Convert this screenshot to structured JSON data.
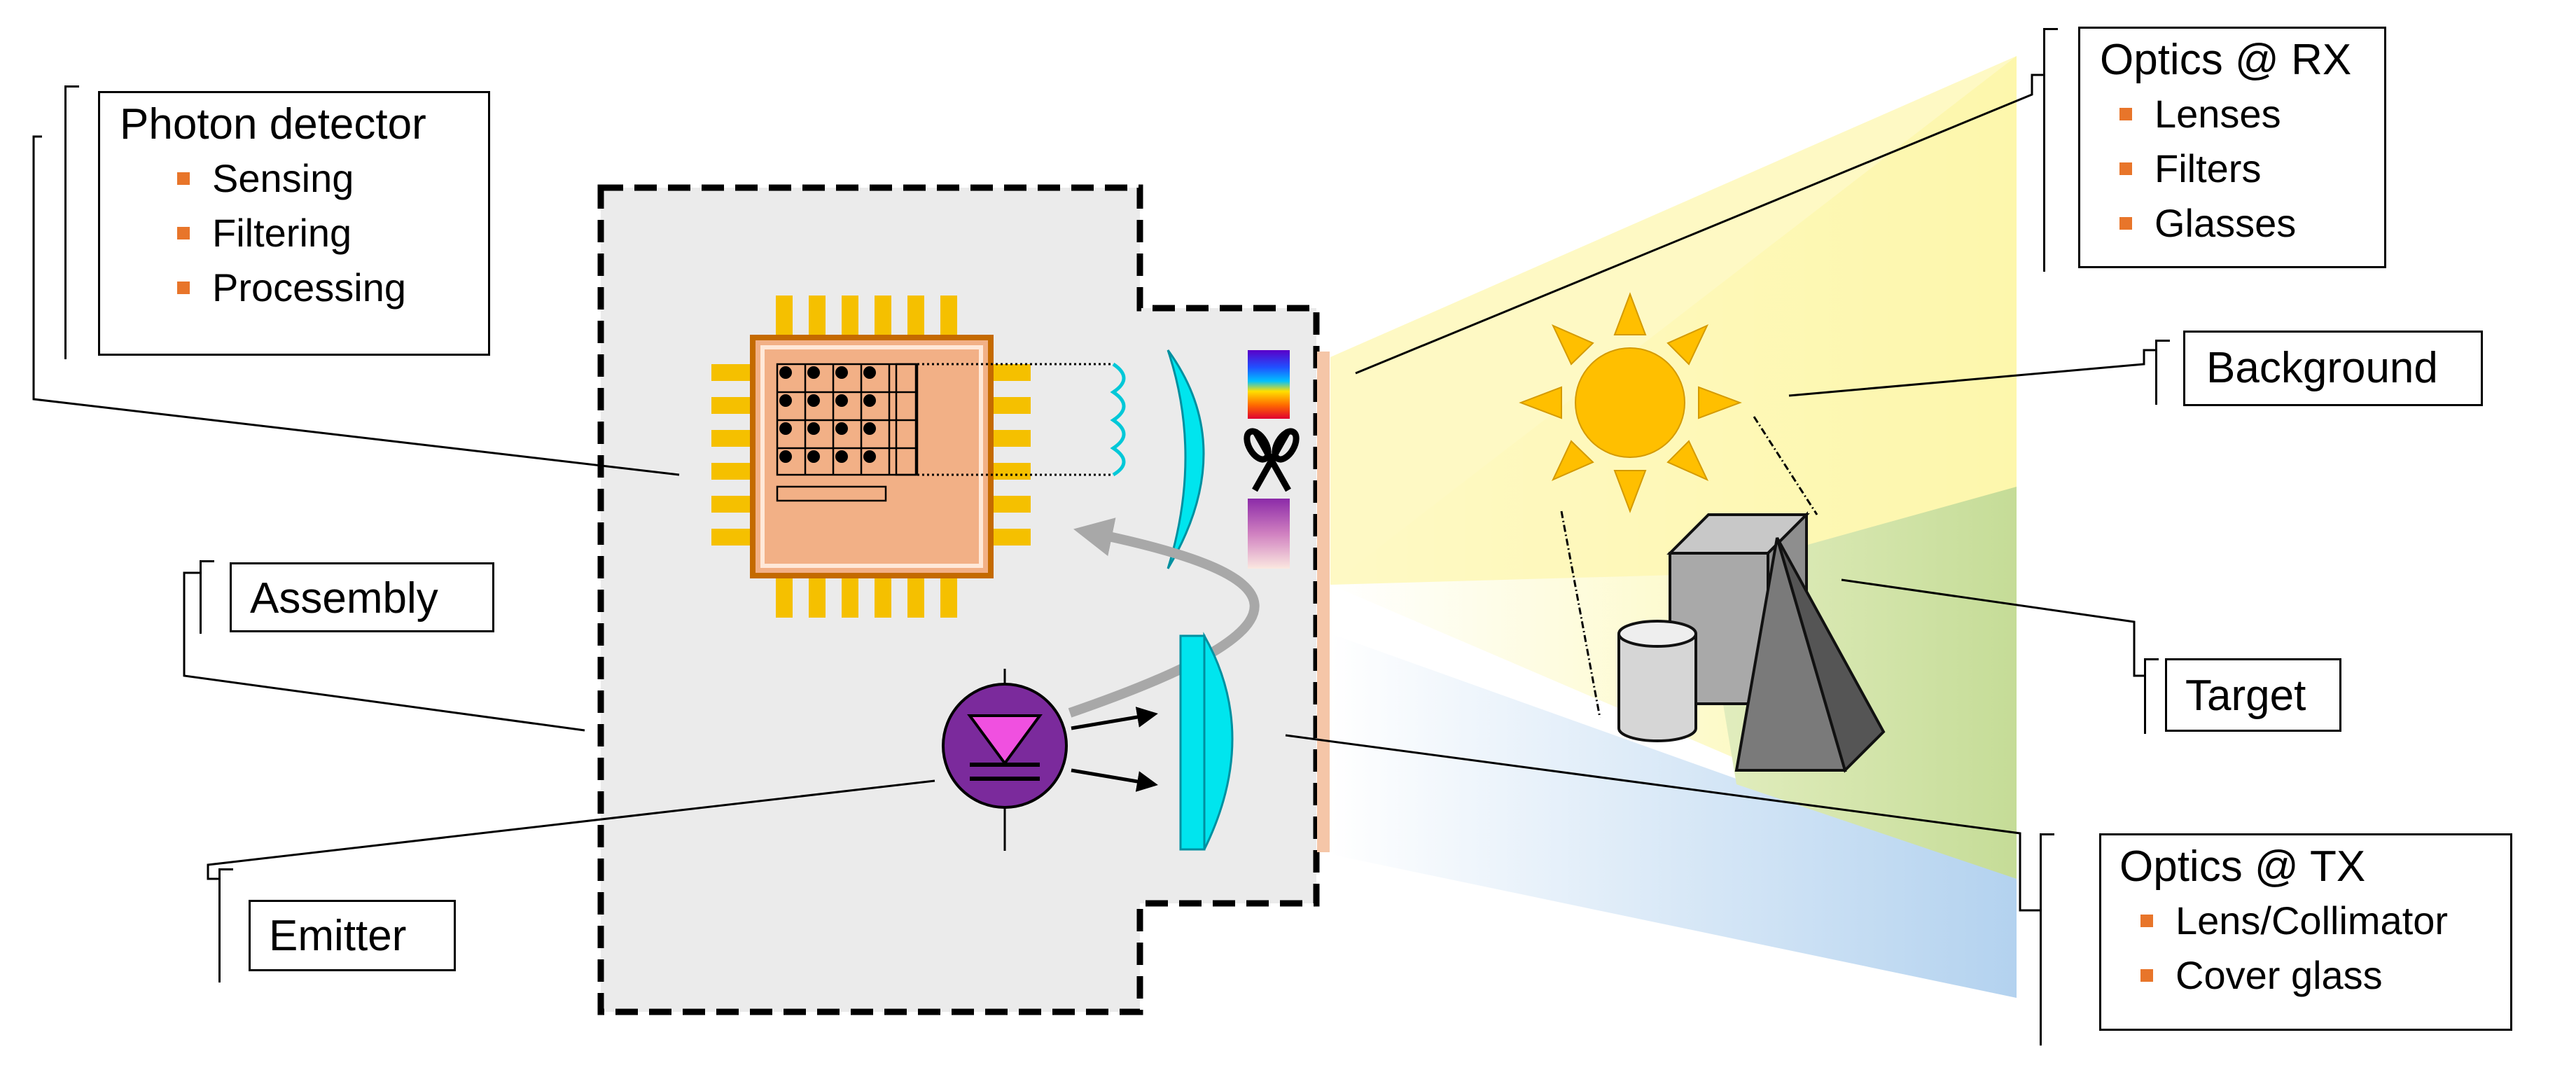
{
  "callouts": {
    "photon_detector": {
      "title": "Photon detector",
      "items": [
        "Sensing",
        "Filtering",
        "Processing"
      ]
    },
    "assembly": {
      "title": "Assembly"
    },
    "emitter": {
      "title": "Emitter"
    },
    "optics_rx": {
      "title": "Optics @ RX",
      "items": [
        "Lenses",
        "Filters",
        "Glasses"
      ]
    },
    "background": {
      "title": "Background"
    },
    "target": {
      "title": "Target"
    },
    "optics_tx": {
      "title": "Optics @ TX",
      "items": [
        "Lens/Collimator",
        "Cover glass"
      ]
    }
  },
  "colors": {
    "bullet": "#e8752a",
    "housing_fill": "#ebebeb",
    "chip_pin": "#f5c000",
    "chip_body": "#f2b086",
    "chip_frame": "#c46a00",
    "lens": "#00e5ee",
    "emitter_fill": "#7b2a9c",
    "sun": "#ffbf00",
    "rx_cone": "#fffaa8",
    "tx_cone": "#b8d4ee",
    "target_zone": "#c9dd9a",
    "cover_glass": "#f5c6a8"
  },
  "icons": [
    "photon-detector-chip",
    "scissors-icon",
    "spectrum-filter",
    "sun-icon",
    "emitter-diode-icon",
    "cube",
    "cylinder",
    "pyramid"
  ]
}
